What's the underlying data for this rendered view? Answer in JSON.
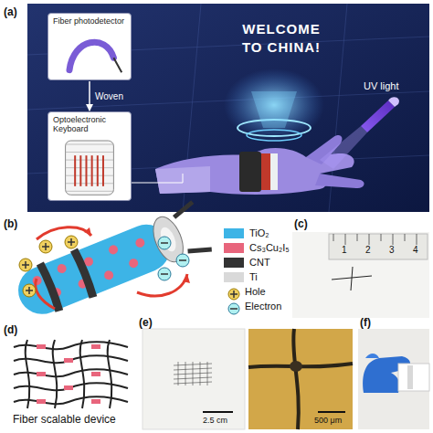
{
  "diagram": {
    "nodes": [
      {
        "text": [
          "Fiber photodetector"
        ]
      },
      {
        "text": [
          "Optoelectronic Keyboard"
        ]
      }
    ],
    "edges": [
      {
        "from": 0,
        "to": 1,
        "arrow": "to",
        "label": "Woven"
      }
    ],
    "labels": [
      "(a)",
      "WELCOME TO CHINA!",
      "UV light",
      "(b)",
      "(c)",
      "1",
      "2",
      "3",
      "4",
      "(d)",
      "Fiber scalable device",
      "(e)",
      "2.5 cm",
      "500 μm",
      "(f)"
    ],
    "legend": [
      {
        "text": "TiO₂",
        "color": "#3db4e6"
      },
      {
        "text": "Cs₃Cu₂I₅",
        "color": "#e8657c"
      },
      {
        "text": "CNT",
        "color": "#333333"
      },
      {
        "text": "Ti",
        "color": "#d9d9d9"
      },
      {
        "text": "Hole"
      },
      {
        "text": "Electron"
      }
    ]
  }
}
